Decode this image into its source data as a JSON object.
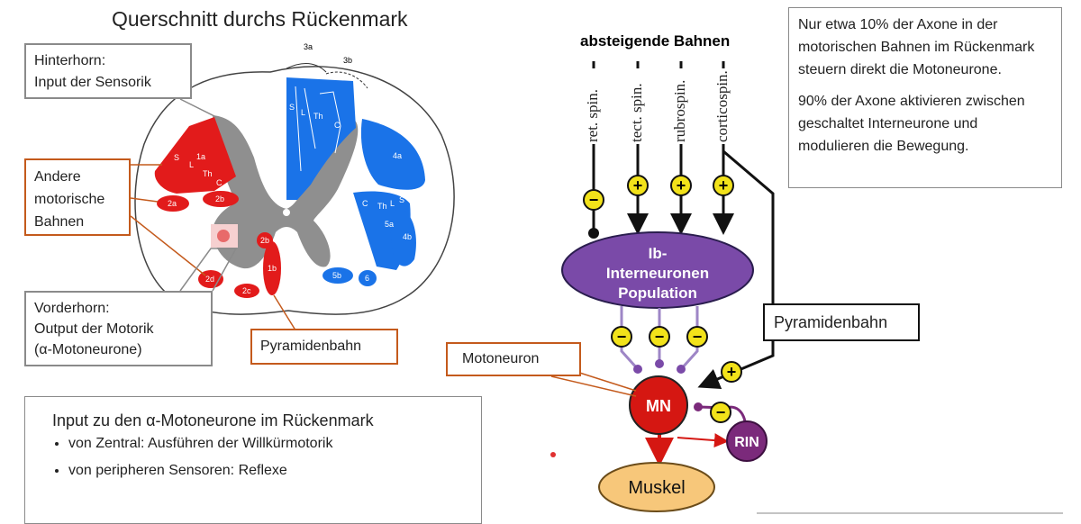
{
  "title": "Querschnitt durchs Rückenmark",
  "callouts": {
    "hinterhorn": [
      "Hinterhorn:",
      "Input der Sensorik"
    ],
    "andere": [
      "Andere",
      "motorische",
      "Bahnen"
    ],
    "vorderhorn": [
      "Vorderhorn:",
      "Output der Motorik",
      "(α-Motoneurone)"
    ],
    "pyramidenbahn_left": "Pyramidenbahn",
    "pyramidenbahn_right": "Pyramidenbahn",
    "motoneuron": "Motoneuron"
  },
  "cord_labels": {
    "top": [
      "3a",
      "3b"
    ],
    "red": [
      "S",
      "L",
      "1a",
      "Th",
      "C",
      "2a",
      "2b",
      "2b",
      "1b",
      "2c",
      "2d"
    ],
    "blue": [
      "S",
      "L",
      "Th",
      "C",
      "4a",
      "C",
      "Th",
      "L",
      "S",
      "5a",
      "4b",
      "5b",
      "6"
    ]
  },
  "info": {
    "heading": "Input zu den α-Motoneurone im Rückenmark",
    "bullets": [
      "von Zentral: Ausführen der Willkürmotorik",
      "von peripheren Sensoren: Reflexe"
    ]
  },
  "right": {
    "heading": "absteigende Bahnen",
    "pathways": [
      "ret. spin.",
      "tect. spin.",
      "rubrospin.",
      "corticospin."
    ],
    "interneuron": [
      "Ib-",
      "Interneuronen",
      "Population"
    ],
    "mn": "MN",
    "rin": "RIN",
    "muskel": "Muskel",
    "plus": "+",
    "minus": "−"
  },
  "note": {
    "p1": "Nur etwa 10% der Axone in der motorischen Bahnen im Rückenmark steuern direkt die Motoneurone.",
    "p2": "90% der Axone aktivieren zwischen geschaltet Interneurone und modulieren die Bewegung."
  },
  "colors": {
    "red": "#e21b1b",
    "blue": "#1a73e8",
    "grey": "#8f8f8f",
    "purple": "#7a4aa8",
    "mn_red": "#d51712",
    "rin_purple": "#7b2a7b",
    "yellow": "#f2e21a",
    "muskel": "#f7c77a",
    "orange_border": "#c45a1c"
  }
}
